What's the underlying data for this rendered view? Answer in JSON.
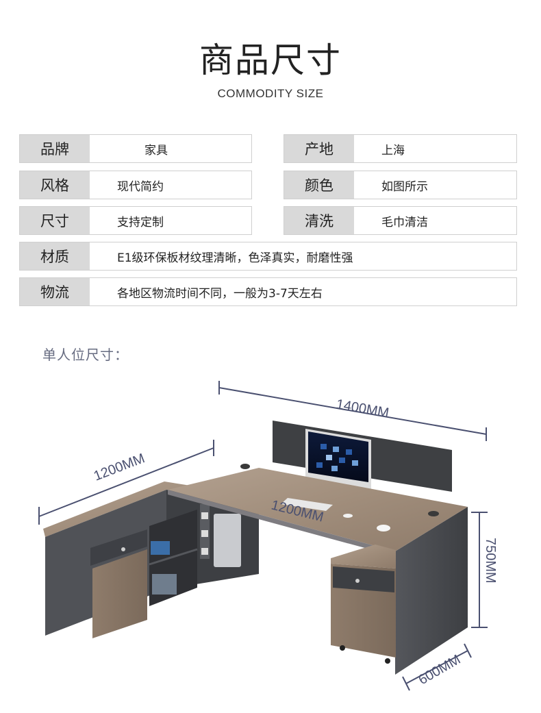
{
  "header": {
    "title": "商品尺寸",
    "subtitle": "COMMODITY SIZE"
  },
  "specs": [
    {
      "label": "品牌",
      "value": "家具"
    },
    {
      "label": "产地",
      "value": "上海"
    },
    {
      "label": "风格",
      "value": "现代简约"
    },
    {
      "label": "颜色",
      "value": "如图所示"
    },
    {
      "label": "尺寸",
      "value": "支持定制"
    },
    {
      "label": "清洗",
      "value": "毛巾清洁"
    },
    {
      "label": "材质",
      "value": "E1级环保板材纹理清晰，色泽真实，耐磨性强"
    },
    {
      "label": "物流",
      "value": "各地区物流时间不同，一般为3-7天左右"
    }
  ],
  "section": {
    "label": "单人位尺寸："
  },
  "dimensions": {
    "width_top": "1400MM",
    "return_length": "1200MM",
    "depth_mid": "1200MM",
    "height": "750MM",
    "depth_side": "600MM"
  },
  "colors": {
    "label_bg": "#d9d9d9",
    "border": "#cfcfcf",
    "dimension_line": "#4a5070",
    "wood": "#9a8878",
    "cabinet_dark": "#4a4c50"
  }
}
